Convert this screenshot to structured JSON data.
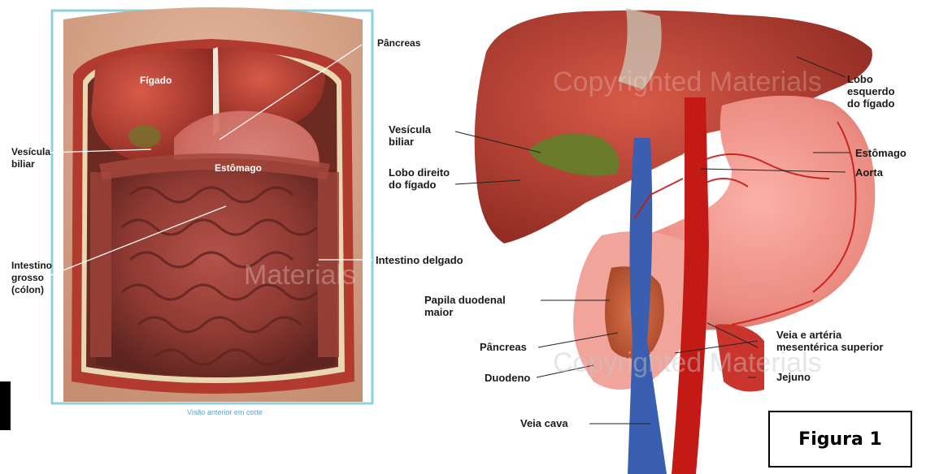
{
  "left_figure": {
    "labels": {
      "figado": "Fígado",
      "estomago": "Estômago",
      "pancreas": "Pâncreas",
      "vesicula": [
        "Vesícula",
        "biliar"
      ],
      "intestino_grosso": [
        "Intestino",
        "grosso",
        "(cólon)"
      ],
      "intestino_delgado": "Intestino delgado"
    },
    "caption": "Visão anterior em corte",
    "watermark": "Materials"
  },
  "right_figure": {
    "labels": {
      "vesicula": [
        "Vesícula",
        "biliar"
      ],
      "lobo_direito": [
        "Lobo direito",
        "do fígado"
      ],
      "lobo_esquerdo": [
        "Lobo",
        "esquerdo",
        "do fígado"
      ],
      "estomago": "Estômago",
      "aorta": "Aorta",
      "papila": [
        "Papila duodenal",
        "maior"
      ],
      "pancreas": "Pâncreas",
      "duodeno": "Duodeno",
      "veia_arteria": [
        "Veia e artéria",
        "mesentérica superior"
      ],
      "jejuno": "Jejuno",
      "veia_cava": "Veia cava"
    },
    "watermarks": [
      "Copyrighted Materials",
      "Copyrighted Materials"
    ]
  },
  "figure_label": "Figura 1",
  "colors": {
    "frame": "#8fd0de",
    "organ_red": "#b8352c",
    "liver": "#b03a2e",
    "stomach": "#ef8f86",
    "gallbladder": "#6b7a2a",
    "vein": "#3a5fb0",
    "artery": "#c41a16"
  }
}
